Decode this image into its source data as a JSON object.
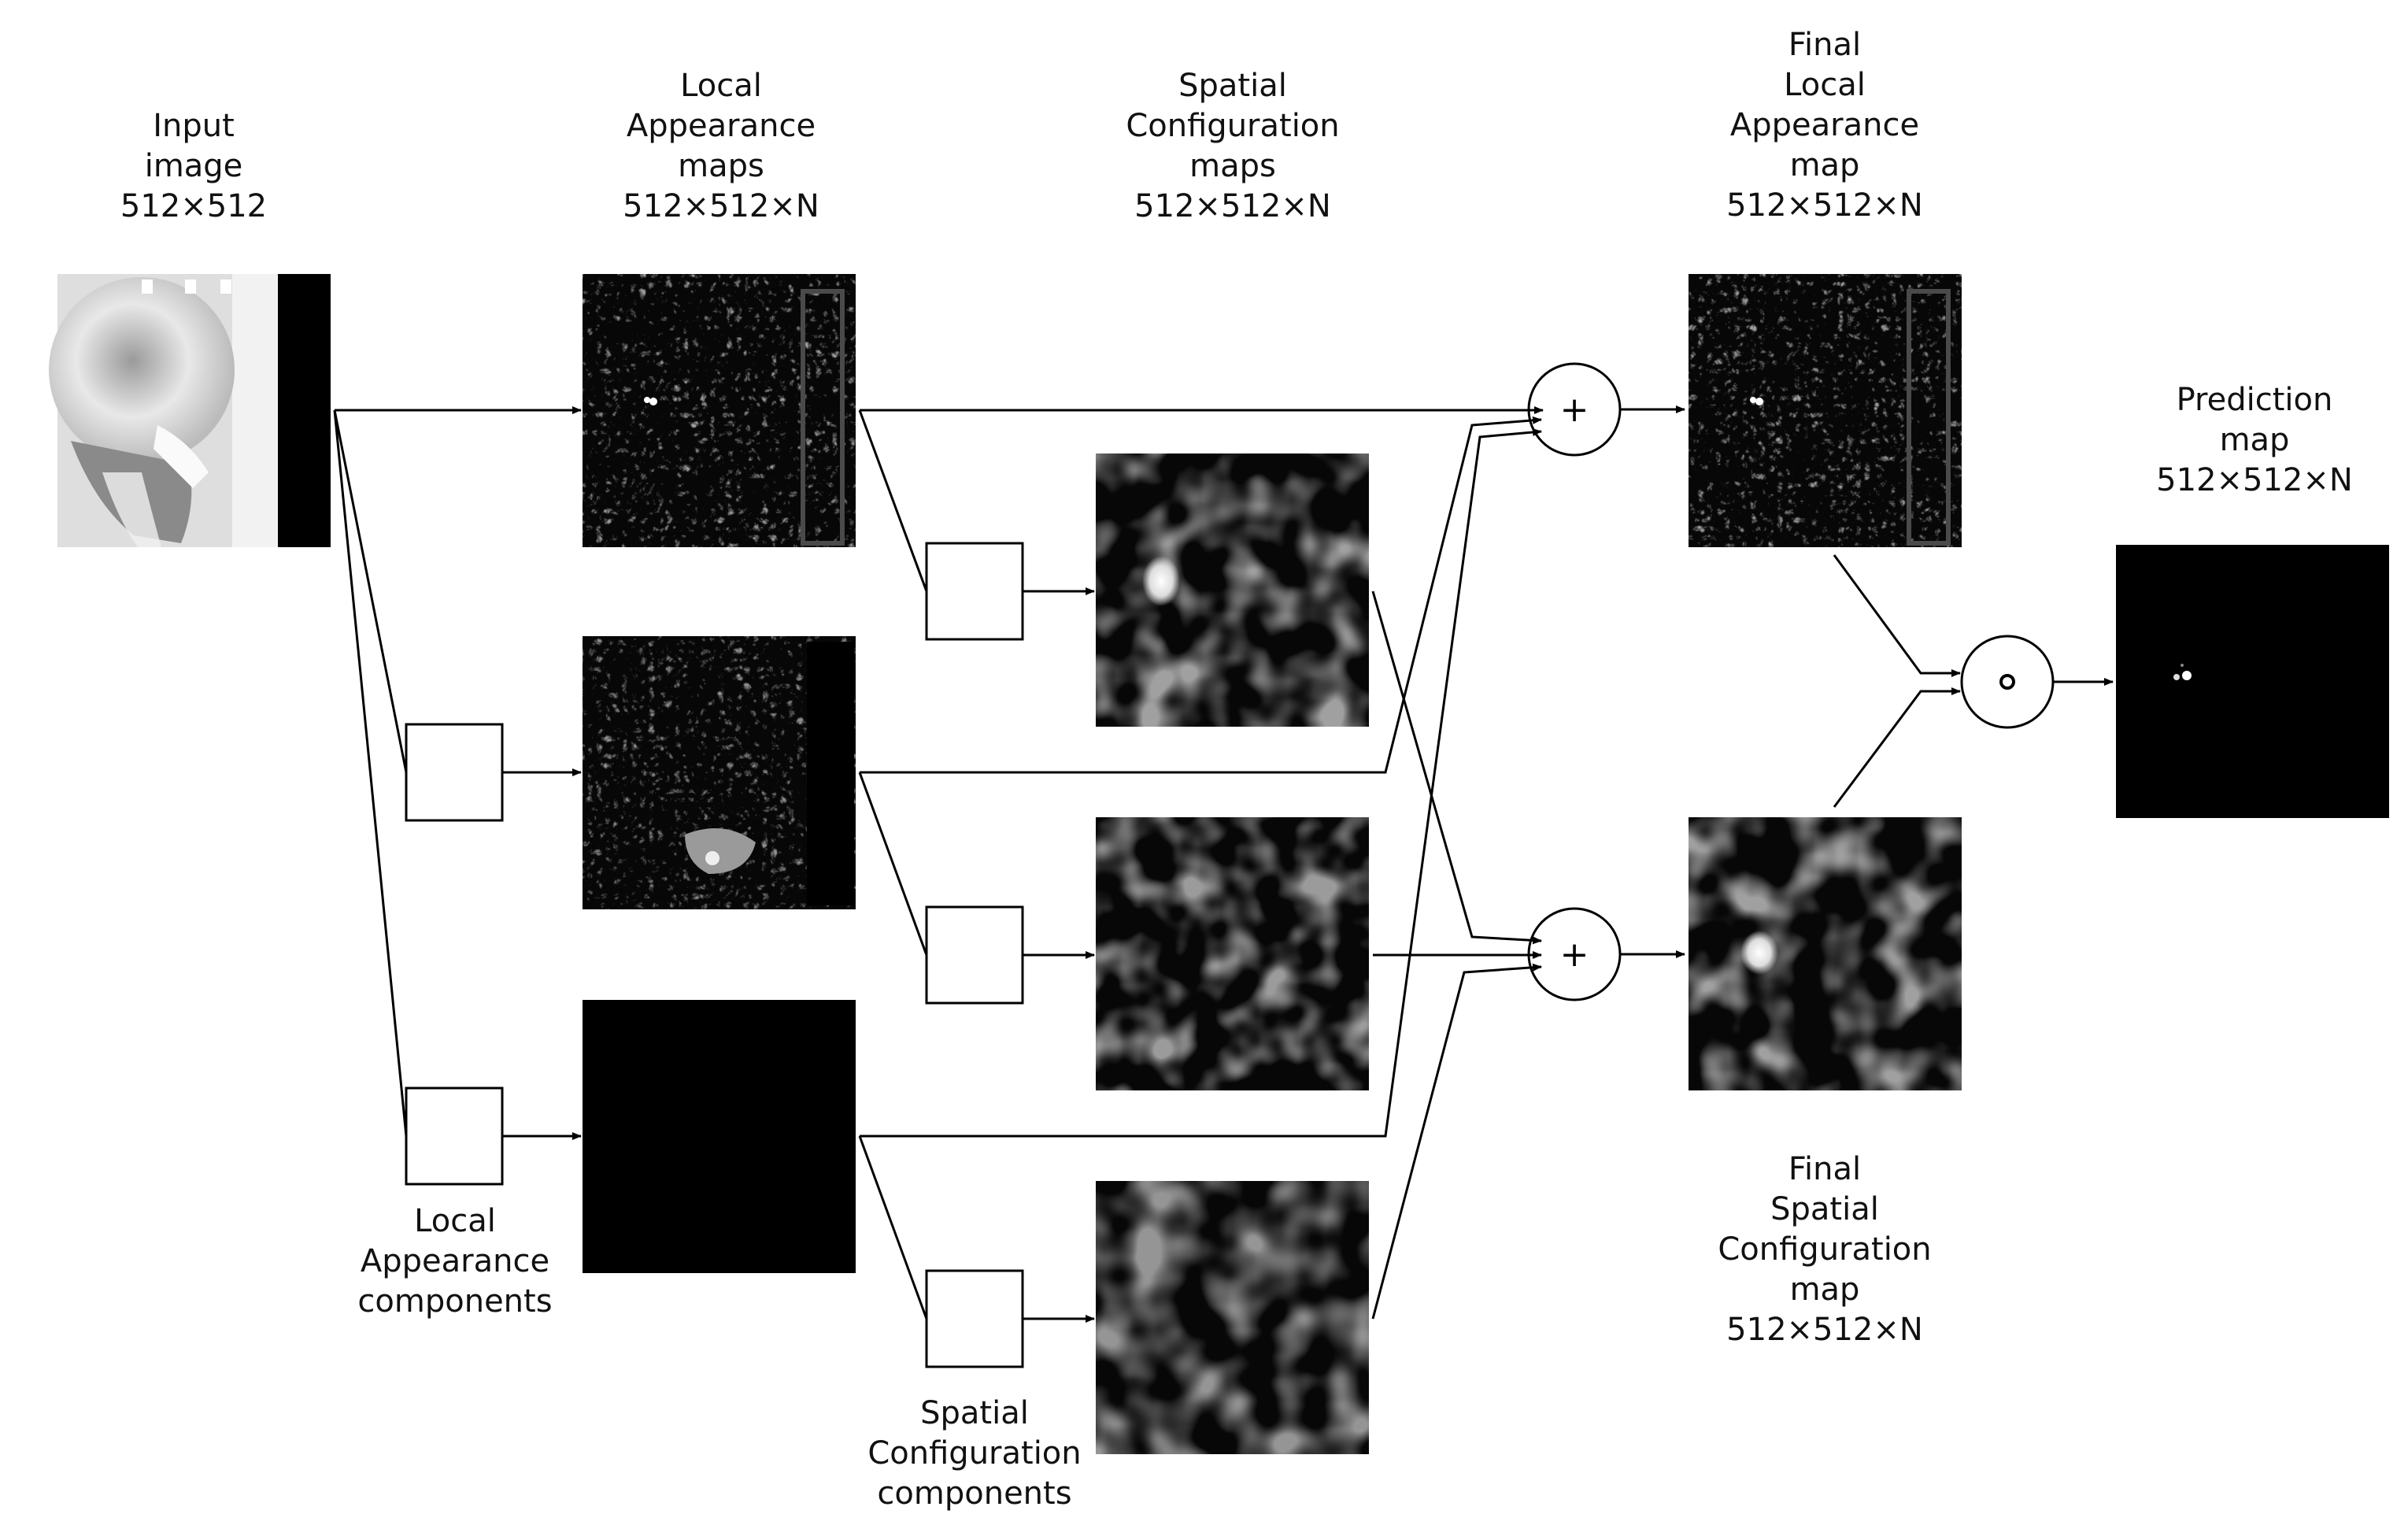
{
  "colors": {
    "line": "#000000",
    "panel_bg": "#070707",
    "box_fill": "#ffffff"
  },
  "labels": {
    "input_image": [
      "Input",
      "image",
      "512×512"
    ],
    "local_appearance_maps": [
      "Local",
      "Appearance",
      "maps",
      "512×512×N"
    ],
    "spatial_configuration_maps": [
      "Spatial",
      "Configuration",
      "maps",
      "512×512×N"
    ],
    "final_local_appearance_map": [
      "Final",
      "Local",
      "Appearance",
      "map",
      "512×512×N"
    ],
    "prediction_map": [
      "Prediction",
      "map",
      "512×512×N"
    ],
    "local_appearance_components": [
      "Local",
      "Appearance",
      "components"
    ],
    "spatial_configuration_components": [
      "Spatial",
      "Configuration",
      "components"
    ],
    "final_spatial_configuration_map": [
      "Final",
      "Spatial",
      "Configuration",
      "map",
      "512×512×N"
    ]
  },
  "operators": {
    "sum": "+",
    "product": "∘"
  }
}
